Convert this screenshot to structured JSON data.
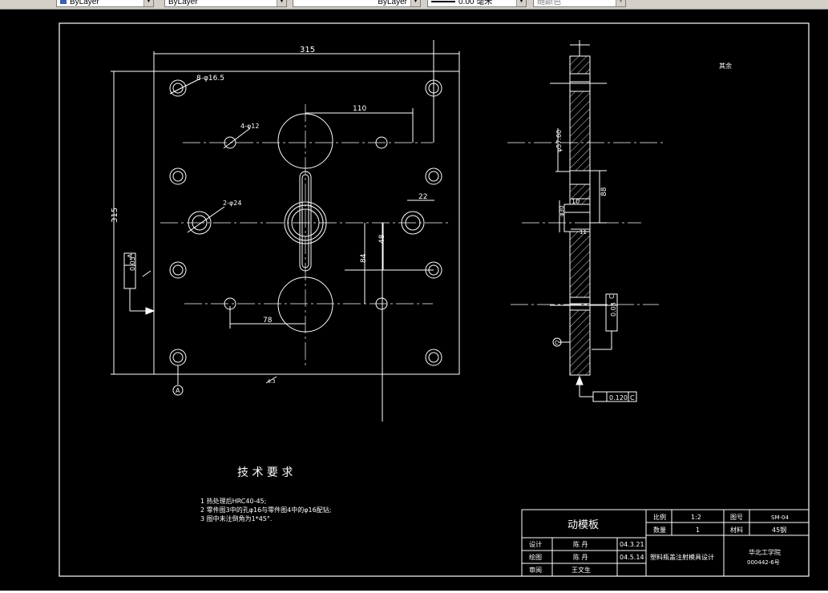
{
  "toolbar": {
    "layer_value": "ByLayer",
    "linetype_value": "ByLayer",
    "lineweight_value": "0.00 毫米",
    "plotstyle_value": "随颜色"
  },
  "drawing": {
    "dims": {
      "width_315": "315",
      "height_315": "315",
      "d110": "110",
      "d22": "22",
      "d84": "84",
      "d48": "48",
      "d78": "78",
      "d88": "88",
      "d10": "10",
      "d11": "11"
    },
    "hole_labels": {
      "h8": "8-φ16.5",
      "h4": "4-φ12",
      "h2": "2-φ24",
      "d57": "φ57.60",
      "d30": "φ30"
    },
    "tolerance": {
      "left_value": "0.05",
      "left_datum": "A",
      "right_value": "0.03",
      "right_datum": "C",
      "bottom_value": "0.120",
      "bottom_datum": "C"
    },
    "datum_a": "A",
    "datum_c": "C",
    "roughness_other": "其余",
    "roughness_val": "6.3",
    "tech_title": "技 术 要 求",
    "tech_items": [
      "1   热处理后HRC40-45;",
      "2   零件图3中的孔φ16与零件图4中的φ16配钻;",
      "3   图中未注倒角为1*45°."
    ]
  },
  "title_block": {
    "part_name": "动模板",
    "scale_label": "比例",
    "scale_value": "1:2",
    "drawing_no_label": "图号",
    "drawing_no_value": "SM-04",
    "qty_label": "数量",
    "qty_value": "1",
    "material_label": "材料",
    "material_value": "45钢",
    "design_label": "设计",
    "design_name": "陈 丹",
    "design_date": "04.3.21",
    "draw_label": "绘图",
    "draw_name": "陈 丹",
    "draw_date": "04.5.14",
    "review_label": "审阅",
    "review_name": "王文生",
    "project": "塑料瓶盖注射模具设计",
    "school": "华北工学院",
    "class_no": "000442-6号"
  }
}
